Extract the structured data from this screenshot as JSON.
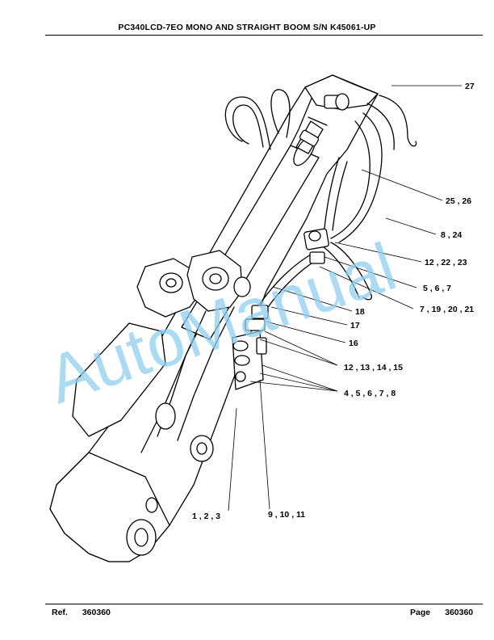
{
  "header": {
    "title": "PC340LCD-7EO MONO AND STRAIGHT BOOM S/N K45061-UP"
  },
  "footer": {
    "ref_label": "Ref.",
    "ref_number": "360360",
    "page_label": "Page",
    "page_number": "360360"
  },
  "watermark": {
    "text": "AutoManual"
  },
  "callouts": {
    "c27": "27",
    "c25_26": "25 , 26",
    "c8_24": "8 , 24",
    "c12_22_23": "12 , 22 , 23",
    "c5_6_7": "5 , 6 , 7",
    "c7_19_20_21": "7 , 19 , 20 , 21",
    "c18": "18",
    "c17": "17",
    "c16": "16",
    "c12_13_14_15": "12 , 13 , 14 , 15",
    "c4_5_6_7_8": "4 , 5 , 6 , 7 , 8",
    "c1_2_3": "1 , 2 , 3",
    "c9_10_11": "9 , 10 , 11"
  }
}
